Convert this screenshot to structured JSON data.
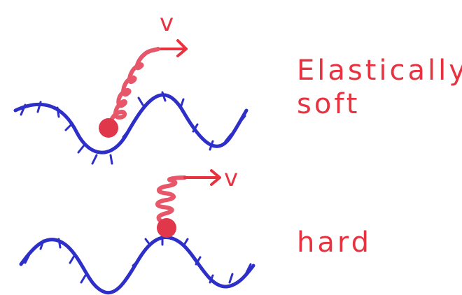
{
  "colors": {
    "surface": "#2d2fc8",
    "tip": "#e8323f",
    "spring": "#e8566a",
    "ball": "#e0384a"
  },
  "panels": [
    {
      "id": "top",
      "label": "Elastically soft",
      "label_lines": [
        "Elastically",
        "soft"
      ],
      "velocity_label": "v"
    },
    {
      "id": "bottom",
      "label": "hard",
      "velocity_label": "v"
    }
  ]
}
